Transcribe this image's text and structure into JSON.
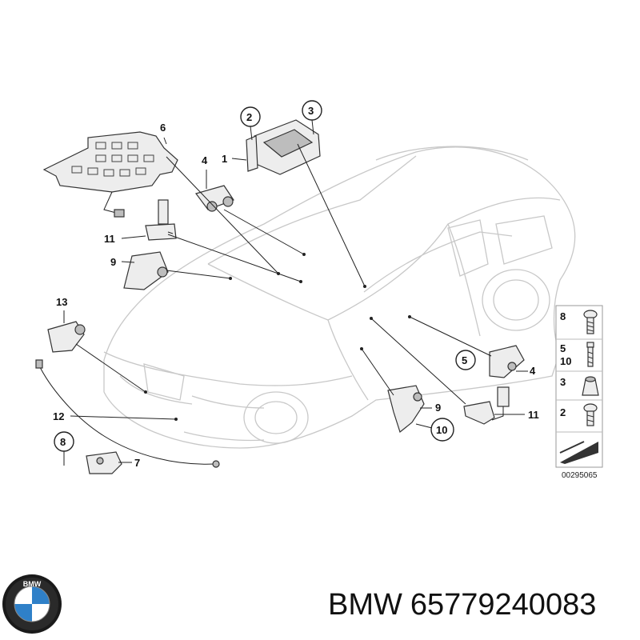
{
  "callouts": {
    "c1": "1",
    "c2": "2",
    "c3": "3",
    "c4": "4",
    "c4b": "4",
    "c5": "5",
    "c6": "6",
    "c7": "7",
    "c8": "8",
    "c9": "9",
    "c9b": "9",
    "c10": "10",
    "c11": "11",
    "c11b": "11",
    "c12": "12",
    "c13": "13"
  },
  "legend": {
    "rows": [
      {
        "label": "8",
        "icon": "screw-icon"
      },
      {
        "label": "5\n10",
        "icon": "bolt-icon"
      },
      {
        "label": "3",
        "icon": "nut-icon"
      },
      {
        "label": "2",
        "icon": "screw-icon"
      }
    ],
    "row0": "8",
    "row1a": "5",
    "row1b": "10",
    "row2": "3",
    "row3": "2",
    "reference": "00295065"
  },
  "brand": {
    "name": "BMW",
    "part_number": "65779240083",
    "logo_icon": "bmw-roundel-icon",
    "logo_text": "BMW"
  }
}
